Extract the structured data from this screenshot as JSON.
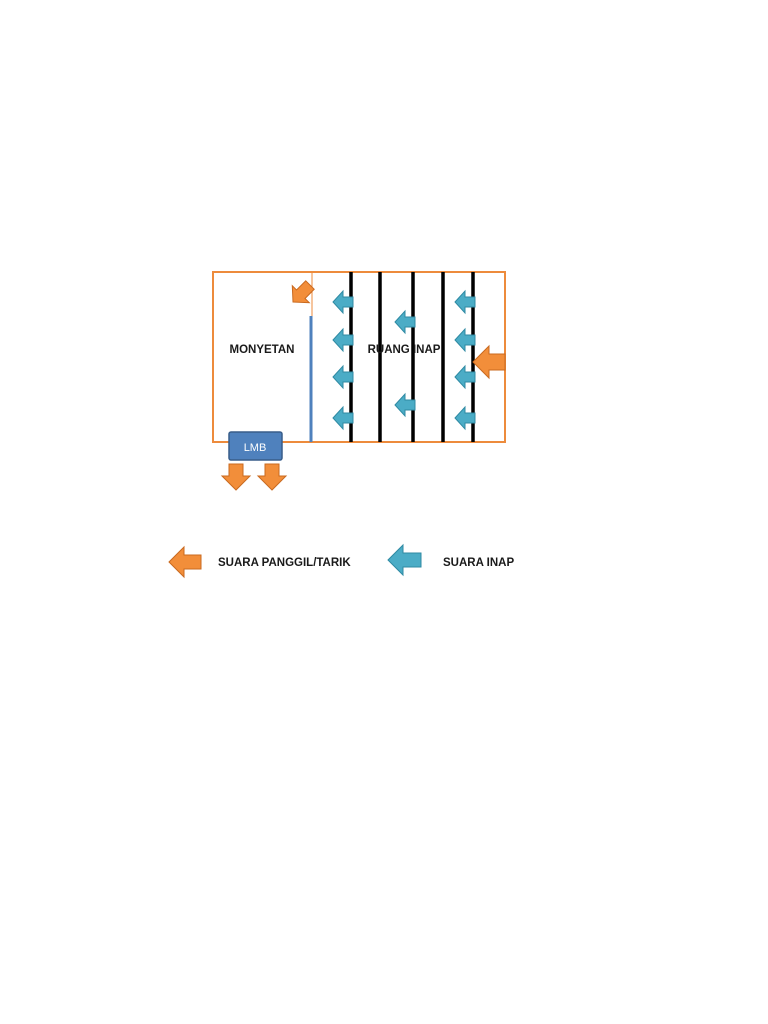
{
  "diagram": {
    "left_room_label": "MONYETAN",
    "right_room_label": "RUANG INAP",
    "box_label": "LMB"
  },
  "legend": {
    "orange_label": "SUARA PANGGIL/TARIK",
    "blue_label": "SUARA INAP"
  },
  "colors": {
    "outline": "#ED8B3C",
    "orange_arrow": "#F28E3A",
    "orange_arrow_stroke": "#C9691F",
    "blue_arrow": "#4BACC6",
    "blue_arrow_stroke": "#2F8AA3",
    "wall_blue": "#4F81BD",
    "box_fill": "#4F81BD",
    "box_stroke": "#385D8A"
  }
}
